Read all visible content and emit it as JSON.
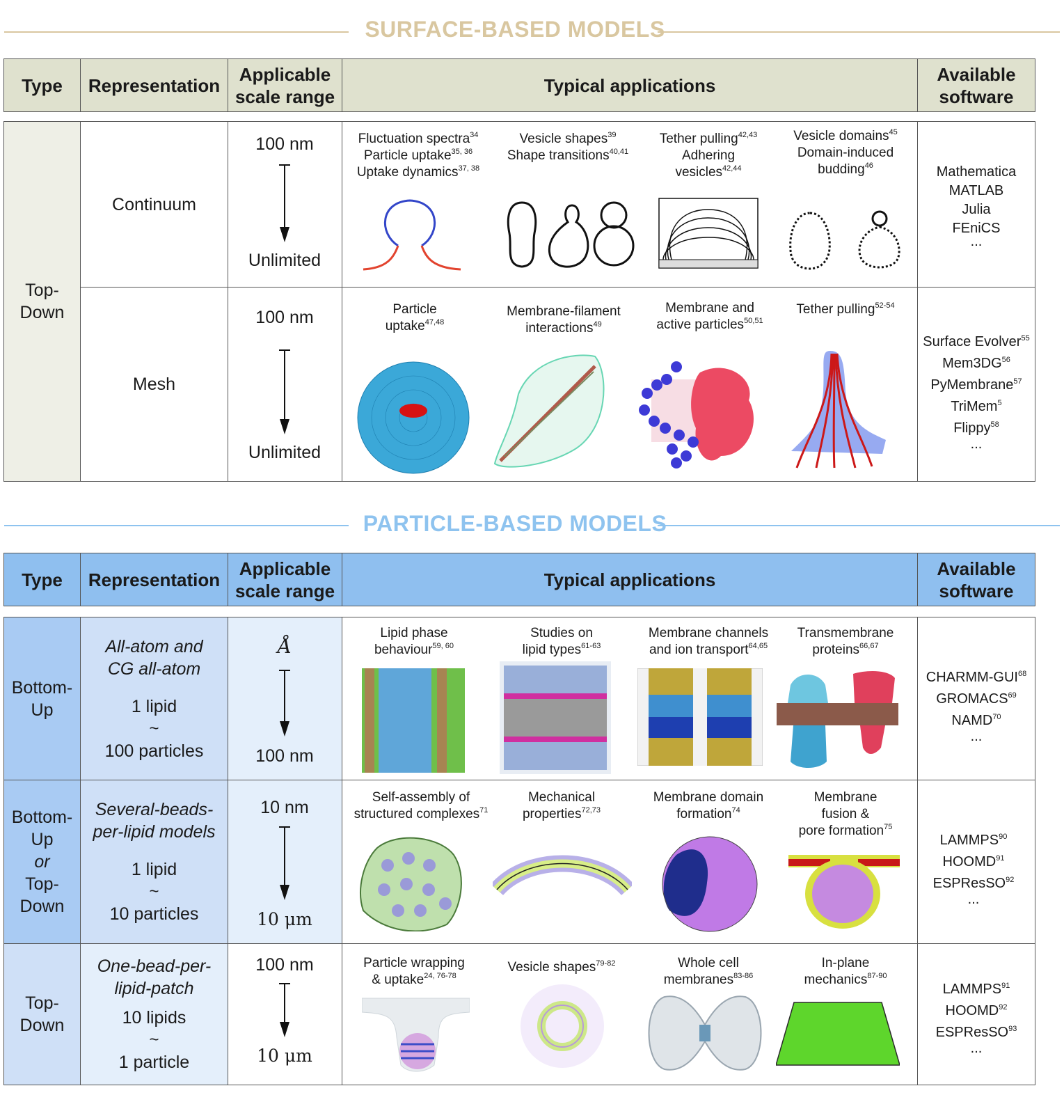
{
  "colors": {
    "surface_accent": "#d9c7a0",
    "surface_header": "#dfe1ce",
    "surface_type": "#eeefe6",
    "particle_accent": "#8ec3ef",
    "particle_header": "#8fbfef",
    "particle_row": "#cfe0f7",
    "particle_type": "#a9cbf3",
    "particle_light": "#e4effb"
  },
  "surface": {
    "title": "SURFACE-BASED MODELS",
    "headers": {
      "type": "Type",
      "representation": "Representation",
      "scale": "Applicable scale range",
      "applications": "Typical applications",
      "software": "Available software"
    },
    "type_label": "Top-Down",
    "rows": [
      {
        "representation": "Continuum",
        "scale_top": "100 nm",
        "scale_bottom": "Unlimited",
        "apps": [
          {
            "lines": [
              "Fluctuation spectra",
              "Particle uptake",
              "Uptake dynamics"
            ],
            "refs": [
              "34",
              "35, 36",
              "37, 38"
            ]
          },
          {
            "lines": [
              "Vesicle shapes",
              "Shape transitions"
            ],
            "refs": [
              "39",
              "40,41"
            ]
          },
          {
            "lines": [
              "Tether pulling",
              "Adhering",
              "vesicles"
            ],
            "refs": [
              "42,43",
              "",
              "42,44"
            ]
          },
          {
            "lines": [
              "Vesicle domains",
              "Domain-induced",
              "budding"
            ],
            "refs": [
              "45",
              "",
              "46"
            ]
          }
        ],
        "software": [
          "Mathematica",
          "MATLAB",
          "Julia",
          "FEniCS",
          "..."
        ],
        "software_refs": [
          "",
          "",
          "",
          "",
          ""
        ]
      },
      {
        "representation": "Mesh",
        "scale_top": "100 nm",
        "scale_bottom": "Unlimited",
        "apps": [
          {
            "lines": [
              "Particle",
              "uptake"
            ],
            "refs": [
              "",
              "47,48"
            ]
          },
          {
            "lines": [
              "Membrane-filament",
              "interactions"
            ],
            "refs": [
              "",
              "49"
            ]
          },
          {
            "lines": [
              "Membrane and",
              "active particles"
            ],
            "refs": [
              "",
              "50,51"
            ]
          },
          {
            "lines": [
              "Tether pulling"
            ],
            "refs": [
              "52-54"
            ]
          }
        ],
        "software": [
          "Surface Evolver",
          "Mem3DG",
          "PyMembrane",
          "TriMem",
          "Flippy",
          "..."
        ],
        "software_refs": [
          "55",
          "56",
          "57",
          "5",
          "58",
          ""
        ]
      }
    ]
  },
  "particle": {
    "title": "PARTICLE-BASED MODELS",
    "headers": {
      "type": "Type",
      "representation": "Representation",
      "scale": "Applicable scale range",
      "applications": "Typical applications",
      "software": "Available software"
    },
    "rows": [
      {
        "type": [
          "Bottom-",
          "Up"
        ],
        "representation_italic": [
          "All-atom and",
          "CG all-atom"
        ],
        "ratio": [
          "1 lipid",
          "~",
          "100 particles"
        ],
        "scale_top": "Å",
        "scale_bottom": "100 nm",
        "apps": [
          {
            "lines": [
              "Lipid phase",
              "behaviour"
            ],
            "refs": [
              "",
              "59, 60"
            ]
          },
          {
            "lines": [
              "Studies on",
              "lipid types"
            ],
            "refs": [
              "",
              "61-63"
            ]
          },
          {
            "lines": [
              "Membrane channels",
              "and ion transport"
            ],
            "refs": [
              "",
              "64,65"
            ]
          },
          {
            "lines": [
              "Transmembrane",
              "proteins"
            ],
            "refs": [
              "",
              "66,67"
            ]
          }
        ],
        "software": [
          "CHARMM-GUI",
          "GROMACS",
          "NAMD",
          "..."
        ],
        "software_refs": [
          "68",
          "69",
          "70",
          ""
        ]
      },
      {
        "type": [
          "Bottom-",
          "Up",
          "or",
          "Top-",
          "Down"
        ],
        "representation_italic": [
          "Several-beads-",
          "per-lipid models"
        ],
        "ratio": [
          "1 lipid",
          "~",
          "10 particles"
        ],
        "scale_top": "10 nm",
        "scale_bottom": "10 μm",
        "apps": [
          {
            "lines": [
              "Self-assembly of",
              "structured complexes"
            ],
            "refs": [
              "",
              "71"
            ]
          },
          {
            "lines": [
              "Mechanical",
              "properties"
            ],
            "refs": [
              "",
              "72,73"
            ]
          },
          {
            "lines": [
              "Membrane domain",
              "formation"
            ],
            "refs": [
              "",
              "74"
            ]
          },
          {
            "lines": [
              "Membrane",
              "fusion &",
              "pore formation"
            ],
            "refs": [
              "",
              "",
              "75"
            ]
          }
        ],
        "software": [
          "LAMMPS",
          "HOOMD",
          "ESPResSO",
          "..."
        ],
        "software_refs": [
          "90",
          "91",
          "92",
          ""
        ]
      },
      {
        "type": [
          "Top-",
          "Down"
        ],
        "representation_italic": [
          "One-bead-per-",
          "lipid-patch"
        ],
        "ratio": [
          "10 lipids",
          "~",
          "1 particle"
        ],
        "scale_top": "100 nm",
        "scale_bottom": "10 μm",
        "apps": [
          {
            "lines": [
              "Particle wrapping",
              "& uptake"
            ],
            "refs": [
              "",
              "24, 76-78"
            ]
          },
          {
            "lines": [
              "Vesicle shapes"
            ],
            "refs": [
              "79-82"
            ]
          },
          {
            "lines": [
              "Whole cell",
              "membranes"
            ],
            "refs": [
              "",
              "83-86"
            ]
          },
          {
            "lines": [
              "In-plane",
              "mechanics"
            ],
            "refs": [
              "",
              "87-90"
            ]
          }
        ],
        "software": [
          "LAMMPS",
          "HOOMD",
          "ESPResSO",
          "..."
        ],
        "software_refs": [
          "91",
          "92",
          "93",
          ""
        ]
      }
    ]
  }
}
